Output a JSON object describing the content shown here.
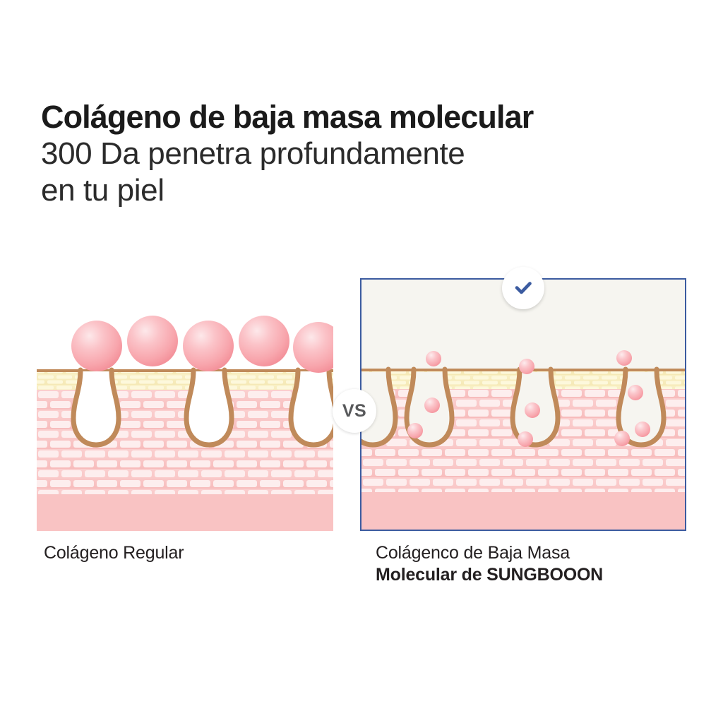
{
  "headline": {
    "line1": "Colágeno de baja masa molecular",
    "line2": "300 Da penetra profundamente",
    "line3": "en tu piel"
  },
  "comparison": {
    "vs_label": "VS",
    "left": {
      "caption": "Colágeno Regular",
      "molecule_count": 5,
      "molecule_size": "large",
      "penetrates": false
    },
    "right": {
      "caption_line1": "Colágenco de Baja Masa",
      "caption_line2": "Molecular de SUNGBOOON",
      "molecule_count": 10,
      "molecule_size": "small",
      "penetrates": true,
      "highlighted": true,
      "check_icon": "check-icon"
    }
  },
  "colors": {
    "accent_blue": "#3b5ba0",
    "molecule_pink": "#f8a8ae",
    "molecule_pink_light": "#fdd9dc",
    "skin_dermis": "#f9c6c6",
    "skin_brick": "#fcebeb",
    "stratum_corneum": "#f7eec2",
    "stratum_brick": "#fdf8dc",
    "follicle_outline": "#c08a5a",
    "panel_bg": "#f6f5f0",
    "text_dark": "#231f20",
    "vs_text": "#58595b"
  }
}
